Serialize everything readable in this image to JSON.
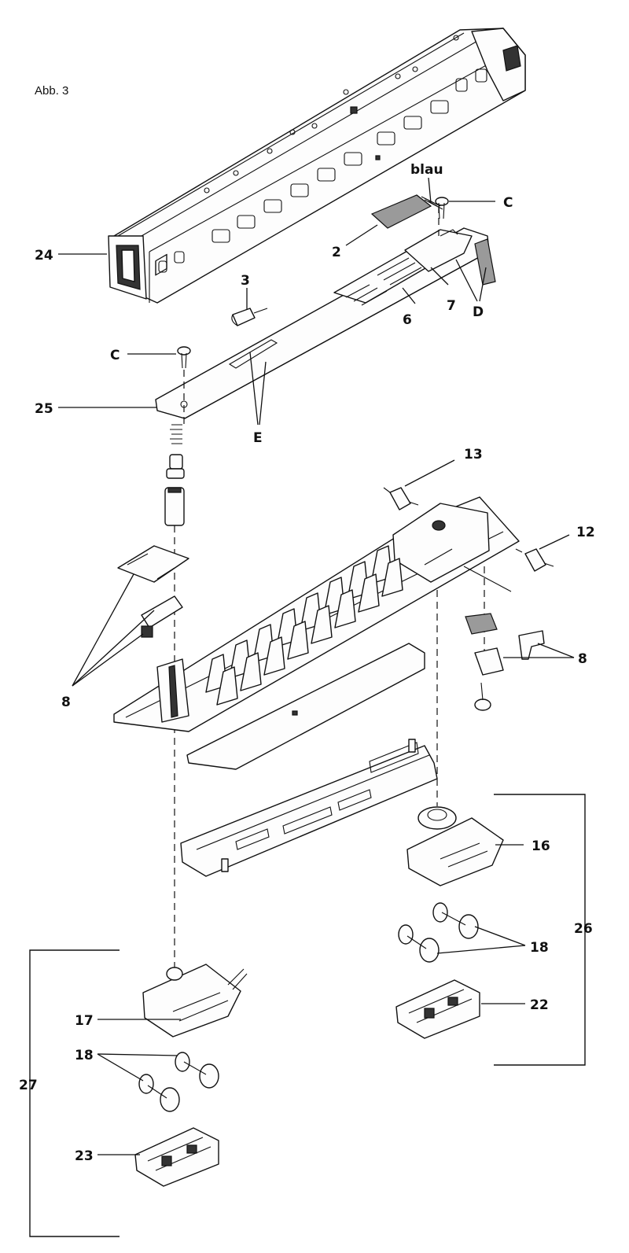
{
  "figure": {
    "label": "Abb. 3"
  },
  "callouts": {
    "c_top": "C",
    "c_left": "C",
    "blau": "blau",
    "p2": "2",
    "p3": "3",
    "p6": "6",
    "p7": "7",
    "d": "D",
    "e": "E",
    "p24": "24",
    "p25": "25",
    "p13": "13",
    "p12": "12",
    "p8_right": "8",
    "p8_left": "8",
    "p16": "16",
    "p18_right": "18",
    "p18_left": "18",
    "p22": "22",
    "p26": "26",
    "p17": "17",
    "p27": "27",
    "p23": "23"
  }
}
